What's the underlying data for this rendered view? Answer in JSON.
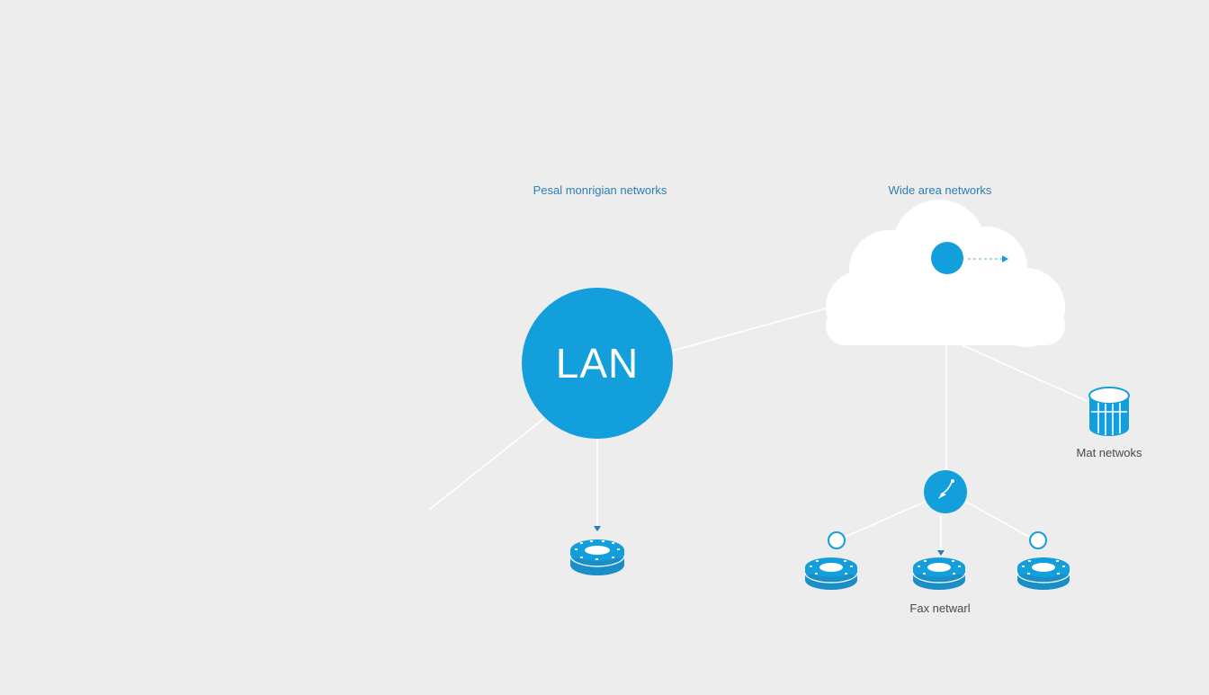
{
  "diagram": {
    "labels": {
      "personal": "Pesal monrigian networks",
      "wan": "Wide area networks",
      "lan": "LAN",
      "mat": "Mat netwoks",
      "fax": "Fax netwarl"
    },
    "icons": {
      "lan_node": "circle-node",
      "wan_cloud": "cloud-icon",
      "cloud_node": "circle-node",
      "database": "database-icon",
      "hub": "satellite-hub-icon",
      "routers": "router-icon"
    },
    "colors": {
      "background": "#ededed",
      "primary": "#139fdc",
      "line": "#ffffff",
      "text_blue": "#2a7fb3",
      "text_dark": "#444a52"
    }
  }
}
